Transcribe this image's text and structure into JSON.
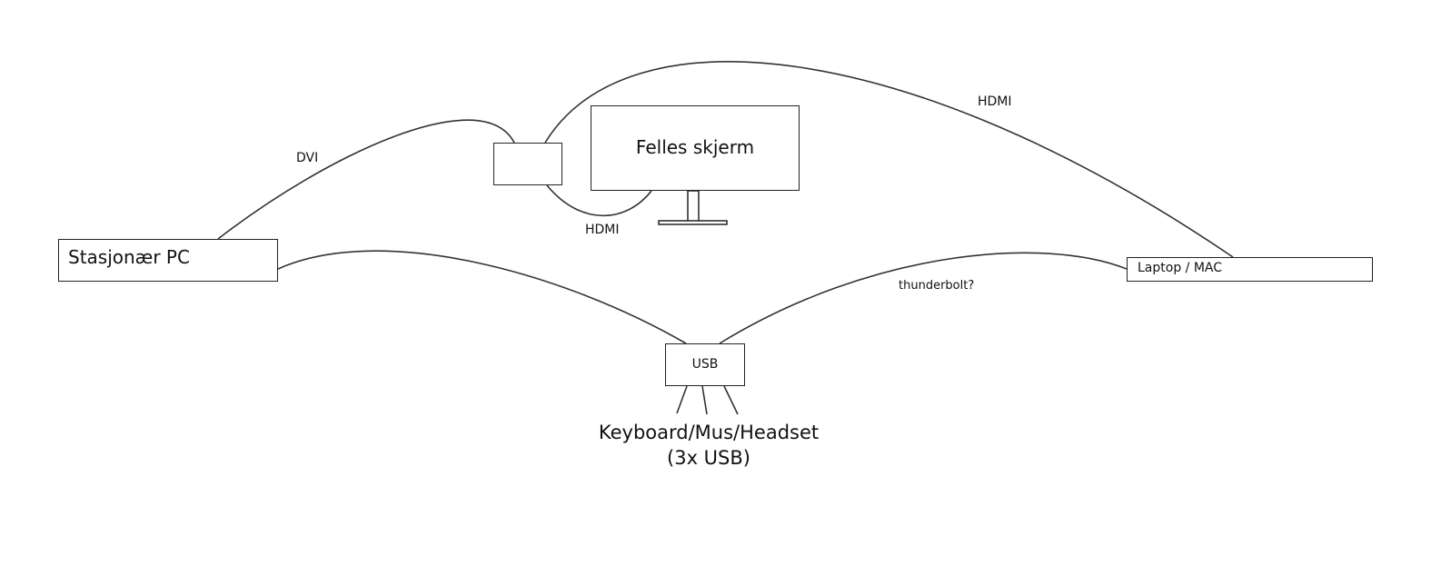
{
  "nodes": {
    "stasjonaer_pc": "Stasjonær PC",
    "laptop_mac": "Laptop / MAC",
    "monitor": "Felles skjerm",
    "usb_hub": "USB",
    "peripherals_line1": "Keyboard/Mus/Headset",
    "peripherals_line2": "(3x USB)"
  },
  "connections": {
    "dvi": "DVI",
    "hdmi_switch_monitor": "HDMI",
    "hdmi_laptop": "HDMI",
    "thunderbolt": "thunderbolt?"
  },
  "colors": {
    "line": "#333333",
    "box_border": "#222222",
    "background": "#ffffff"
  }
}
